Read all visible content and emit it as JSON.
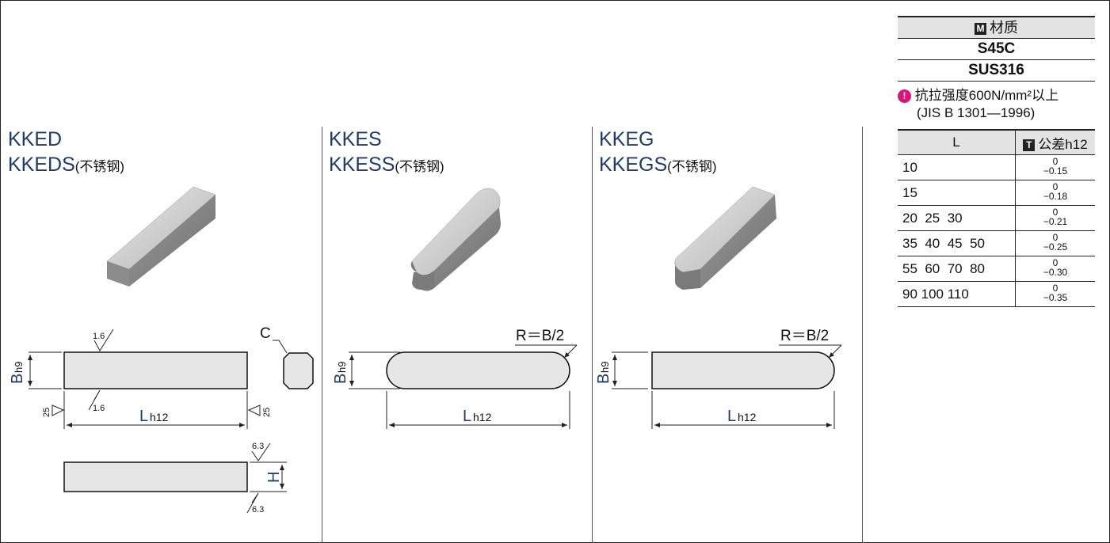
{
  "kked": {
    "title": "KKED",
    "title2": "KKEDS",
    "sub": "(不锈钢)"
  },
  "kkes": {
    "title": "KKES",
    "title2": "KKESS",
    "sub": "(不锈钢)"
  },
  "kkeg": {
    "title": "KKEG",
    "title2": "KKEGS",
    "sub": "(不锈钢)"
  },
  "drawing": {
    "b_label": "B",
    "b_sub": "h9",
    "l_label": "L",
    "l_sub": "h12",
    "h_label": "H",
    "c_label": "C",
    "r_label": "R＝B/2",
    "rough_16": "1.6",
    "rough_25": "25",
    "rough_63": "6.3"
  },
  "material": {
    "icon": "M",
    "header": "材质",
    "rows": [
      "S45C",
      "SUS316"
    ]
  },
  "note": {
    "icon": "!",
    "line1": "抗拉强度600N/mm²以上",
    "line2": "(JIS B 1301—1996)"
  },
  "tolerance": {
    "col1": "L",
    "icon": "T",
    "col2": "公差h12",
    "rows": [
      {
        "l": "10",
        "upper": "0",
        "lower": "−0.15"
      },
      {
        "l": "15",
        "upper": "0",
        "lower": "−0.18"
      },
      {
        "l": "20  25  30",
        "upper": "0",
        "lower": "−0.21"
      },
      {
        "l": "35  40  45  50",
        "upper": "0",
        "lower": "−0.25"
      },
      {
        "l": "55  60  70  80",
        "upper": "0",
        "lower": "−0.30"
      },
      {
        "l": "90 100 110",
        "upper": "0",
        "lower": "−0.35"
      }
    ]
  }
}
